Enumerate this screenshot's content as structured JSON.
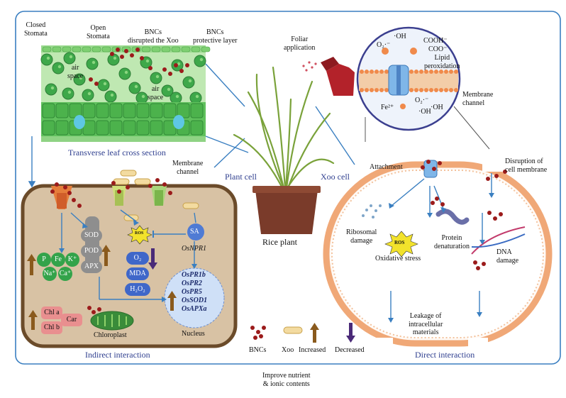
{
  "labels": {
    "closed_stomata": "Closed\nStomata",
    "open_stomata": "Open\nStomata",
    "bncs_disrupted": "BNCs\ndisrupted the Xoo",
    "bncs_protective": "BNCs\nprotective layer",
    "air_space_1": "air\nspace",
    "air_space_2": "air\nspace",
    "transverse": "Transverse leaf cross section",
    "foliar": "Foliar\napplication",
    "plant_cell": "Plant cell",
    "xoo_cell": "Xoo cell",
    "rice_plant": "Rice plant",
    "membrane_channel_left": "Membrane\nchannel",
    "membrane_channel_right": "Membrane\nchannel",
    "attachment": "Attachment",
    "disruption": "Disruption of\ncell membrane",
    "ribosomal": "Ribosomal\ndamage",
    "oxidative": "Oxidative stress",
    "protein": "Protein\ndenaturation",
    "dna": "DNA\ndamage",
    "leakage": "Leakage of\nintracellular\nmaterials",
    "indirect": "Indirect interaction",
    "direct": "Direct interaction",
    "chloroplast": "Chloroplast",
    "nucleus": "Nucleus",
    "sa": "SA",
    "osnpr1": "OsNPR1",
    "genes": [
      "OsPR1b",
      "OsPR2",
      "OsPR5",
      "OsSOD1",
      "OsAPXa"
    ],
    "enzymes": [
      "SOD",
      "POD",
      "APX"
    ],
    "ros_markers": [
      "O₂",
      "MDA",
      "H₂O₂"
    ],
    "ros": "ROS",
    "ions": [
      "P",
      "Fe",
      "K⁺",
      "Na⁺",
      "Ca⁺"
    ],
    "pigments": [
      "Chl a",
      "Chl b",
      "Car"
    ],
    "lipid_peroxidation": "Lipid\nperoxidation",
    "fe2": "Fe²⁺",
    "radical_oh_top": "·OH",
    "radical_o2_top": "O₂·⁻",
    "radical_cooh": "COOH⁻",
    "radical_coo": "COO⁻",
    "radical_o2_bottom": "O₂·⁻",
    "radical_oh_bottom1": "·OH",
    "radical_oh_bottom2": "·OH",
    "legend": {
      "bncs": "BNCs",
      "xoo": "Xoo",
      "increased": "Increased",
      "decreased": "Decreased"
    },
    "footer": "Improve nutrient\n& ionic contents"
  },
  "colors": {
    "frame": "#3a7fc1",
    "leaf_green": "#5cbf5a",
    "cell_fill": "#d8c2a4",
    "cell_border": "#6b4b2a",
    "membrane": "#f0a877",
    "bnc_red": "#9b1b1b",
    "increase_arrow": "#8a5a1d",
    "decrease_arrow": "#4a2a78",
    "enzyme_grey": "#8e8e8e",
    "ion_green": "#33a34a",
    "marker_blue": "#3f67c9",
    "pigment_pink": "#e98f8f",
    "nucleus_blue": "#cfe0f7"
  }
}
